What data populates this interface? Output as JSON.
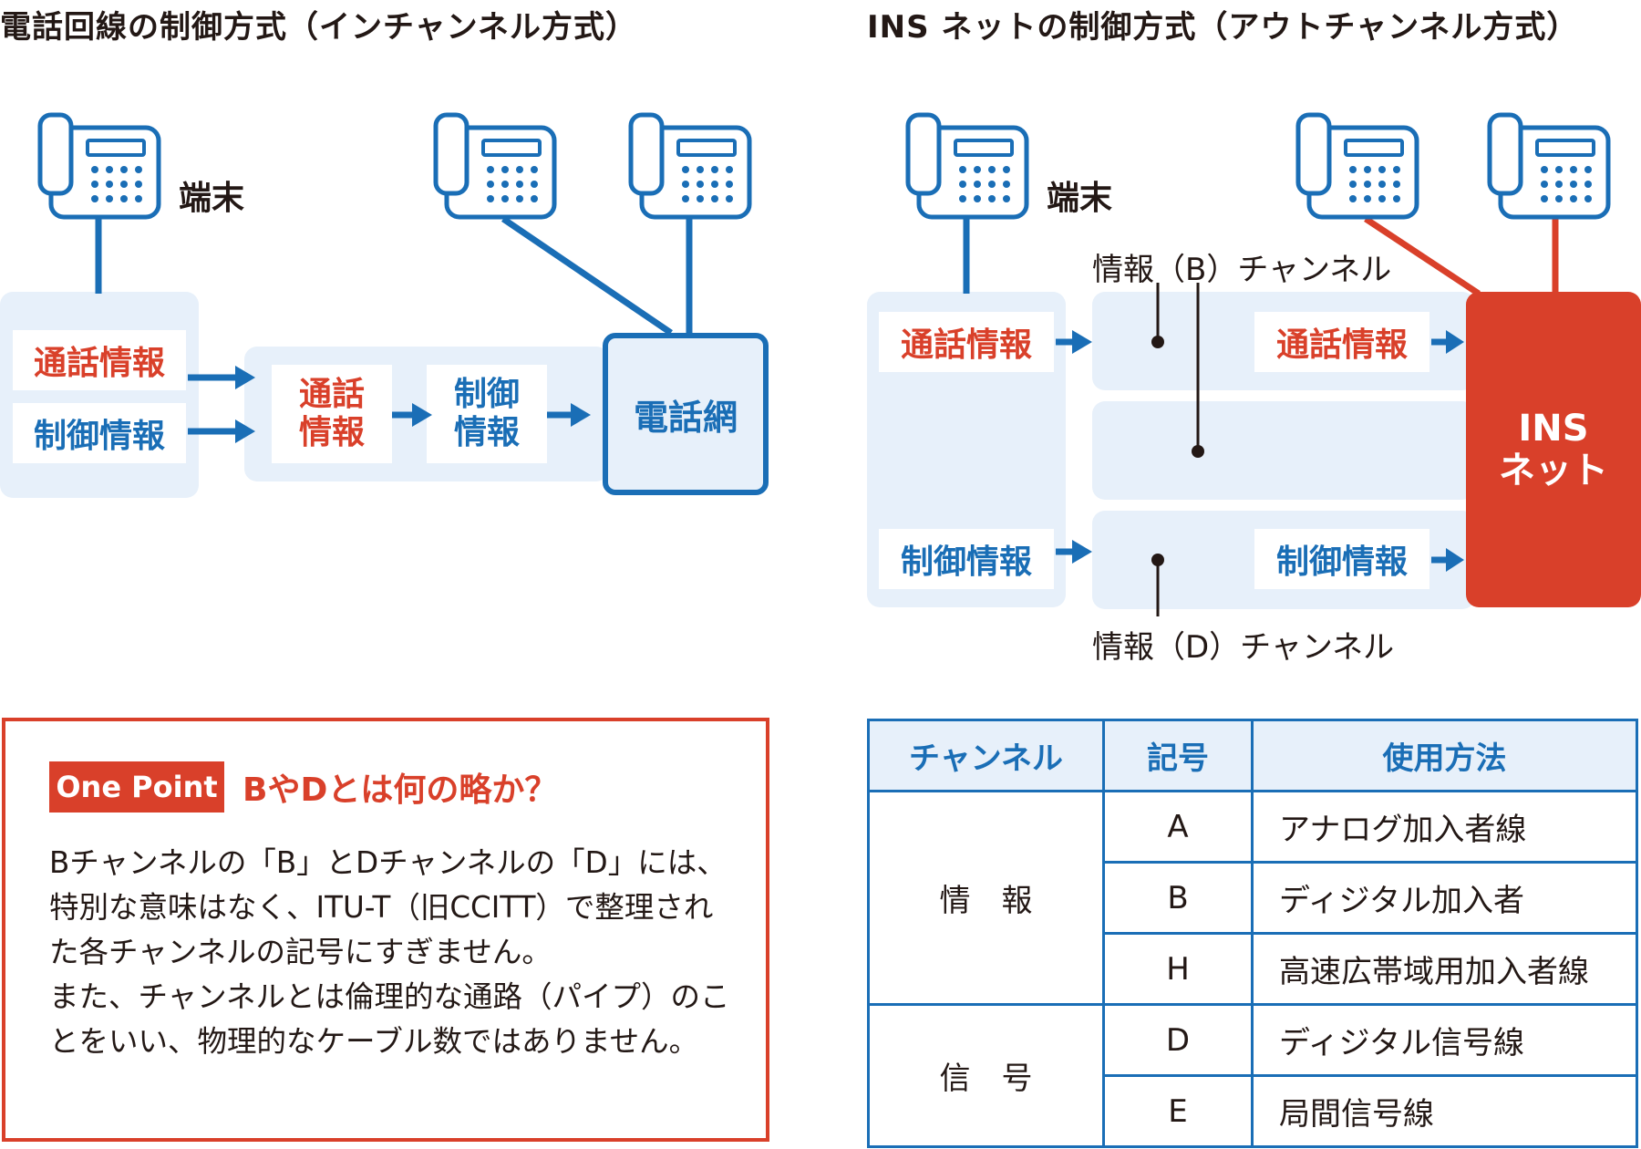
{
  "left": {
    "title": "電話回線の制御方式（インチャンネル方式）",
    "terminal_label": "端末",
    "call_info": "通話情報",
    "control_info": "制御情報",
    "call_info_short": [
      "通話",
      "情報"
    ],
    "control_info_short": [
      "制御",
      "情報"
    ],
    "network": "電話網"
  },
  "right": {
    "title": "INS ネットの制御方式（アウトチャンネル方式）",
    "terminal_label": "端末",
    "b_channel": "情報（B）チャンネル",
    "d_channel": "情報（D）チャンネル",
    "call_info": "通話情報",
    "control_info": "制御情報",
    "call_info_out": "通話情報",
    "control_info_out": "制御情報",
    "network_lines": [
      "INS",
      "ネット"
    ]
  },
  "one_point": {
    "badge": "One Point",
    "heading": "BやDとは何の略か？",
    "paragraphs": [
      "Bチャンネルの「B」とDチャンネルの「D」には、特別な意味はなく、ITU-T（旧CCITT）で整理された各チャンネルの記号にすぎません。",
      "また、チャンネルとは倫理的な通路（パイプ）のことをいい、物理的なケーブル数ではありません。"
    ]
  },
  "table": {
    "headers": [
      "チャンネル",
      "記号",
      "使用方法"
    ],
    "groups": [
      {
        "label": "情　報",
        "rows": [
          {
            "symbol": "A",
            "usage": "アナログ加入者線"
          },
          {
            "symbol": "B",
            "usage": "ディジタル加入者"
          },
          {
            "symbol": "H",
            "usage": "高速広帯域用加入者線"
          }
        ]
      },
      {
        "label": "信　号",
        "rows": [
          {
            "symbol": "D",
            "usage": "ディジタル信号線"
          },
          {
            "symbol": "E",
            "usage": "局間信号線"
          }
        ]
      }
    ]
  },
  "colors": {
    "blue": "#1a6eb6",
    "red": "#d9402a",
    "panel": "#e7f0fa"
  },
  "icons": [
    "telephone-icon",
    "arrow-right-icon"
  ]
}
